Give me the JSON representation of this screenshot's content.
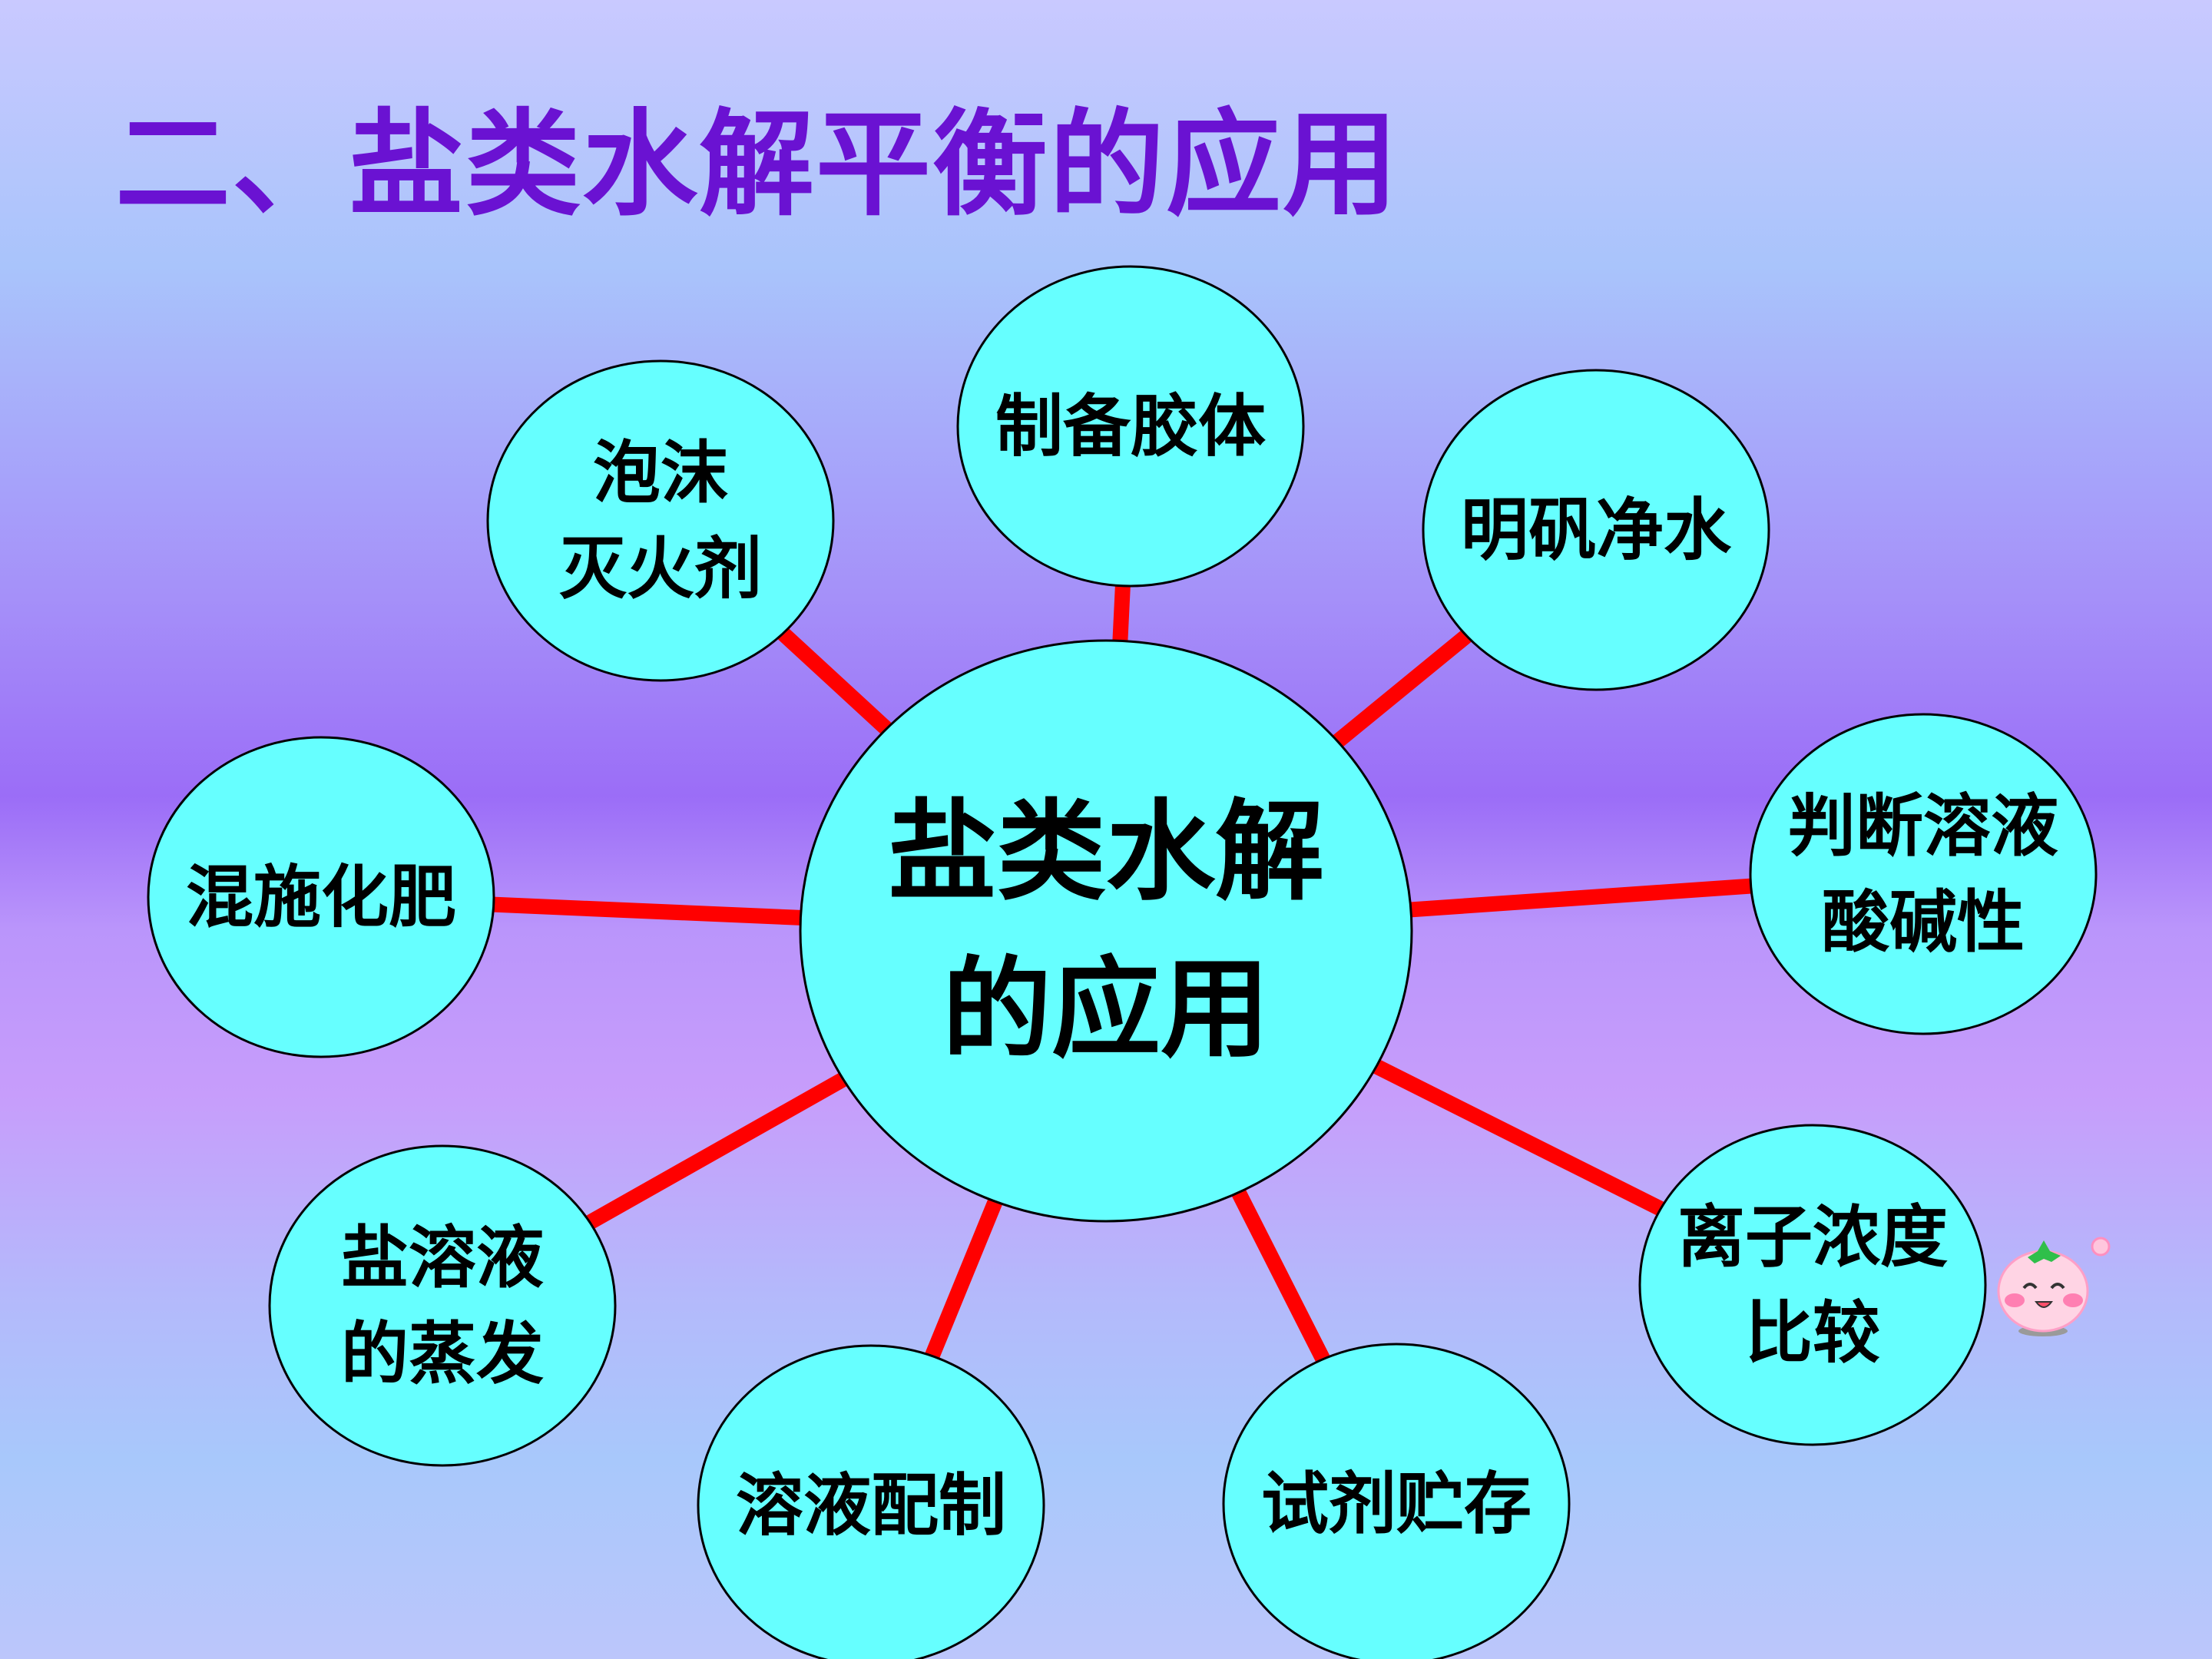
{
  "title": "二、盐类水解平衡的应用",
  "colors": {
    "title": "#6a12d2",
    "node_fill": "#66ffff",
    "node_stroke": "#000000",
    "connector": "#ff0000",
    "text": "#000000"
  },
  "center": {
    "lines": [
      "盐类水解",
      "的应用"
    ]
  },
  "nodes": [
    {
      "id": "foam-extinguisher",
      "lines": [
        "泡沫",
        "灭火剂"
      ]
    },
    {
      "id": "colloid-prep",
      "lines": [
        "制备胶体"
      ]
    },
    {
      "id": "alum-purify",
      "lines": [
        "明矾净水"
      ]
    },
    {
      "id": "acidity-judge",
      "lines": [
        "判断溶液",
        "酸碱性"
      ]
    },
    {
      "id": "ion-concentration",
      "lines": [
        "离子浓度",
        "比较"
      ]
    },
    {
      "id": "reagent-storage",
      "lines": [
        "试剂贮存"
      ]
    },
    {
      "id": "solution-prep",
      "lines": [
        "溶液配制"
      ]
    },
    {
      "id": "salt-evaporation",
      "lines": [
        "盐溶液",
        "的蒸发"
      ]
    },
    {
      "id": "mixed-fertilizer",
      "lines": [
        "混施化肥"
      ]
    }
  ],
  "decoration": {
    "mascot_icon": "strawberry-mascot-icon"
  }
}
